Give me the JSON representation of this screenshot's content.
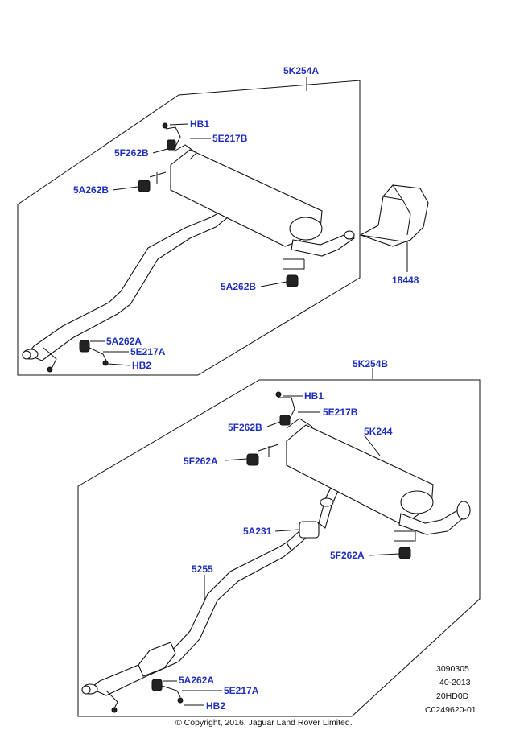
{
  "assemblies": {
    "upper": {
      "label": "5K254A"
    },
    "lower": {
      "label": "5K254B"
    }
  },
  "callouts": {
    "u_hb1": "HB1",
    "u_5e217b": "5E217B",
    "u_5f262b": "5F262B",
    "u_5a262b_left": "5A262B",
    "u_5a262b_right": "5A262B",
    "u_5a262a": "5A262A",
    "u_5e217a": "5E217A",
    "u_hb2": "HB2",
    "shield": "18448",
    "l_hb1": "HB1",
    "l_5e217b": "5E217B",
    "l_5f262b": "5F262B",
    "l_5k244": "5K244",
    "l_5f262a_left": "5F262A",
    "l_5a231": "5A231",
    "l_5f262a_right": "5F262A",
    "l_5255": "5255",
    "l_5a262a": "5A262A",
    "l_5e217a": "5E217A",
    "l_hb2": "HB2"
  },
  "reference": {
    "line1": "3090305",
    "line2": "40-2013",
    "line3": "20HD0D",
    "line4": "C0249620-01"
  },
  "copyright": "© Copyright, 2016. Jaguar Land Rover Limited.",
  "colors": {
    "callout": "#1f2fbf",
    "ink": "#111111",
    "background": "#ffffff"
  }
}
